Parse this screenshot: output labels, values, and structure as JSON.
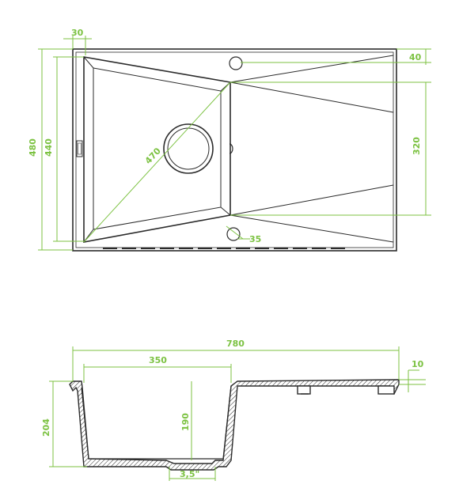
{
  "colors": {
    "outline": "#2b2b2b",
    "dimension": "#7cc242",
    "background": "#ffffff"
  },
  "top_view": {
    "dimensions": {
      "margin_left": "30",
      "tap_offset": "40",
      "overall_height": "480",
      "bowl_height": "440",
      "drainer_height": "320",
      "bowl_diagonal": "470",
      "overflow_radius": "35"
    }
  },
  "section_view": {
    "dimensions": {
      "overall_width": "780",
      "bowl_width": "350",
      "rim_thickness": "10",
      "overall_depth": "204",
      "bowl_depth": "190",
      "drain_size": "3,5\""
    }
  }
}
